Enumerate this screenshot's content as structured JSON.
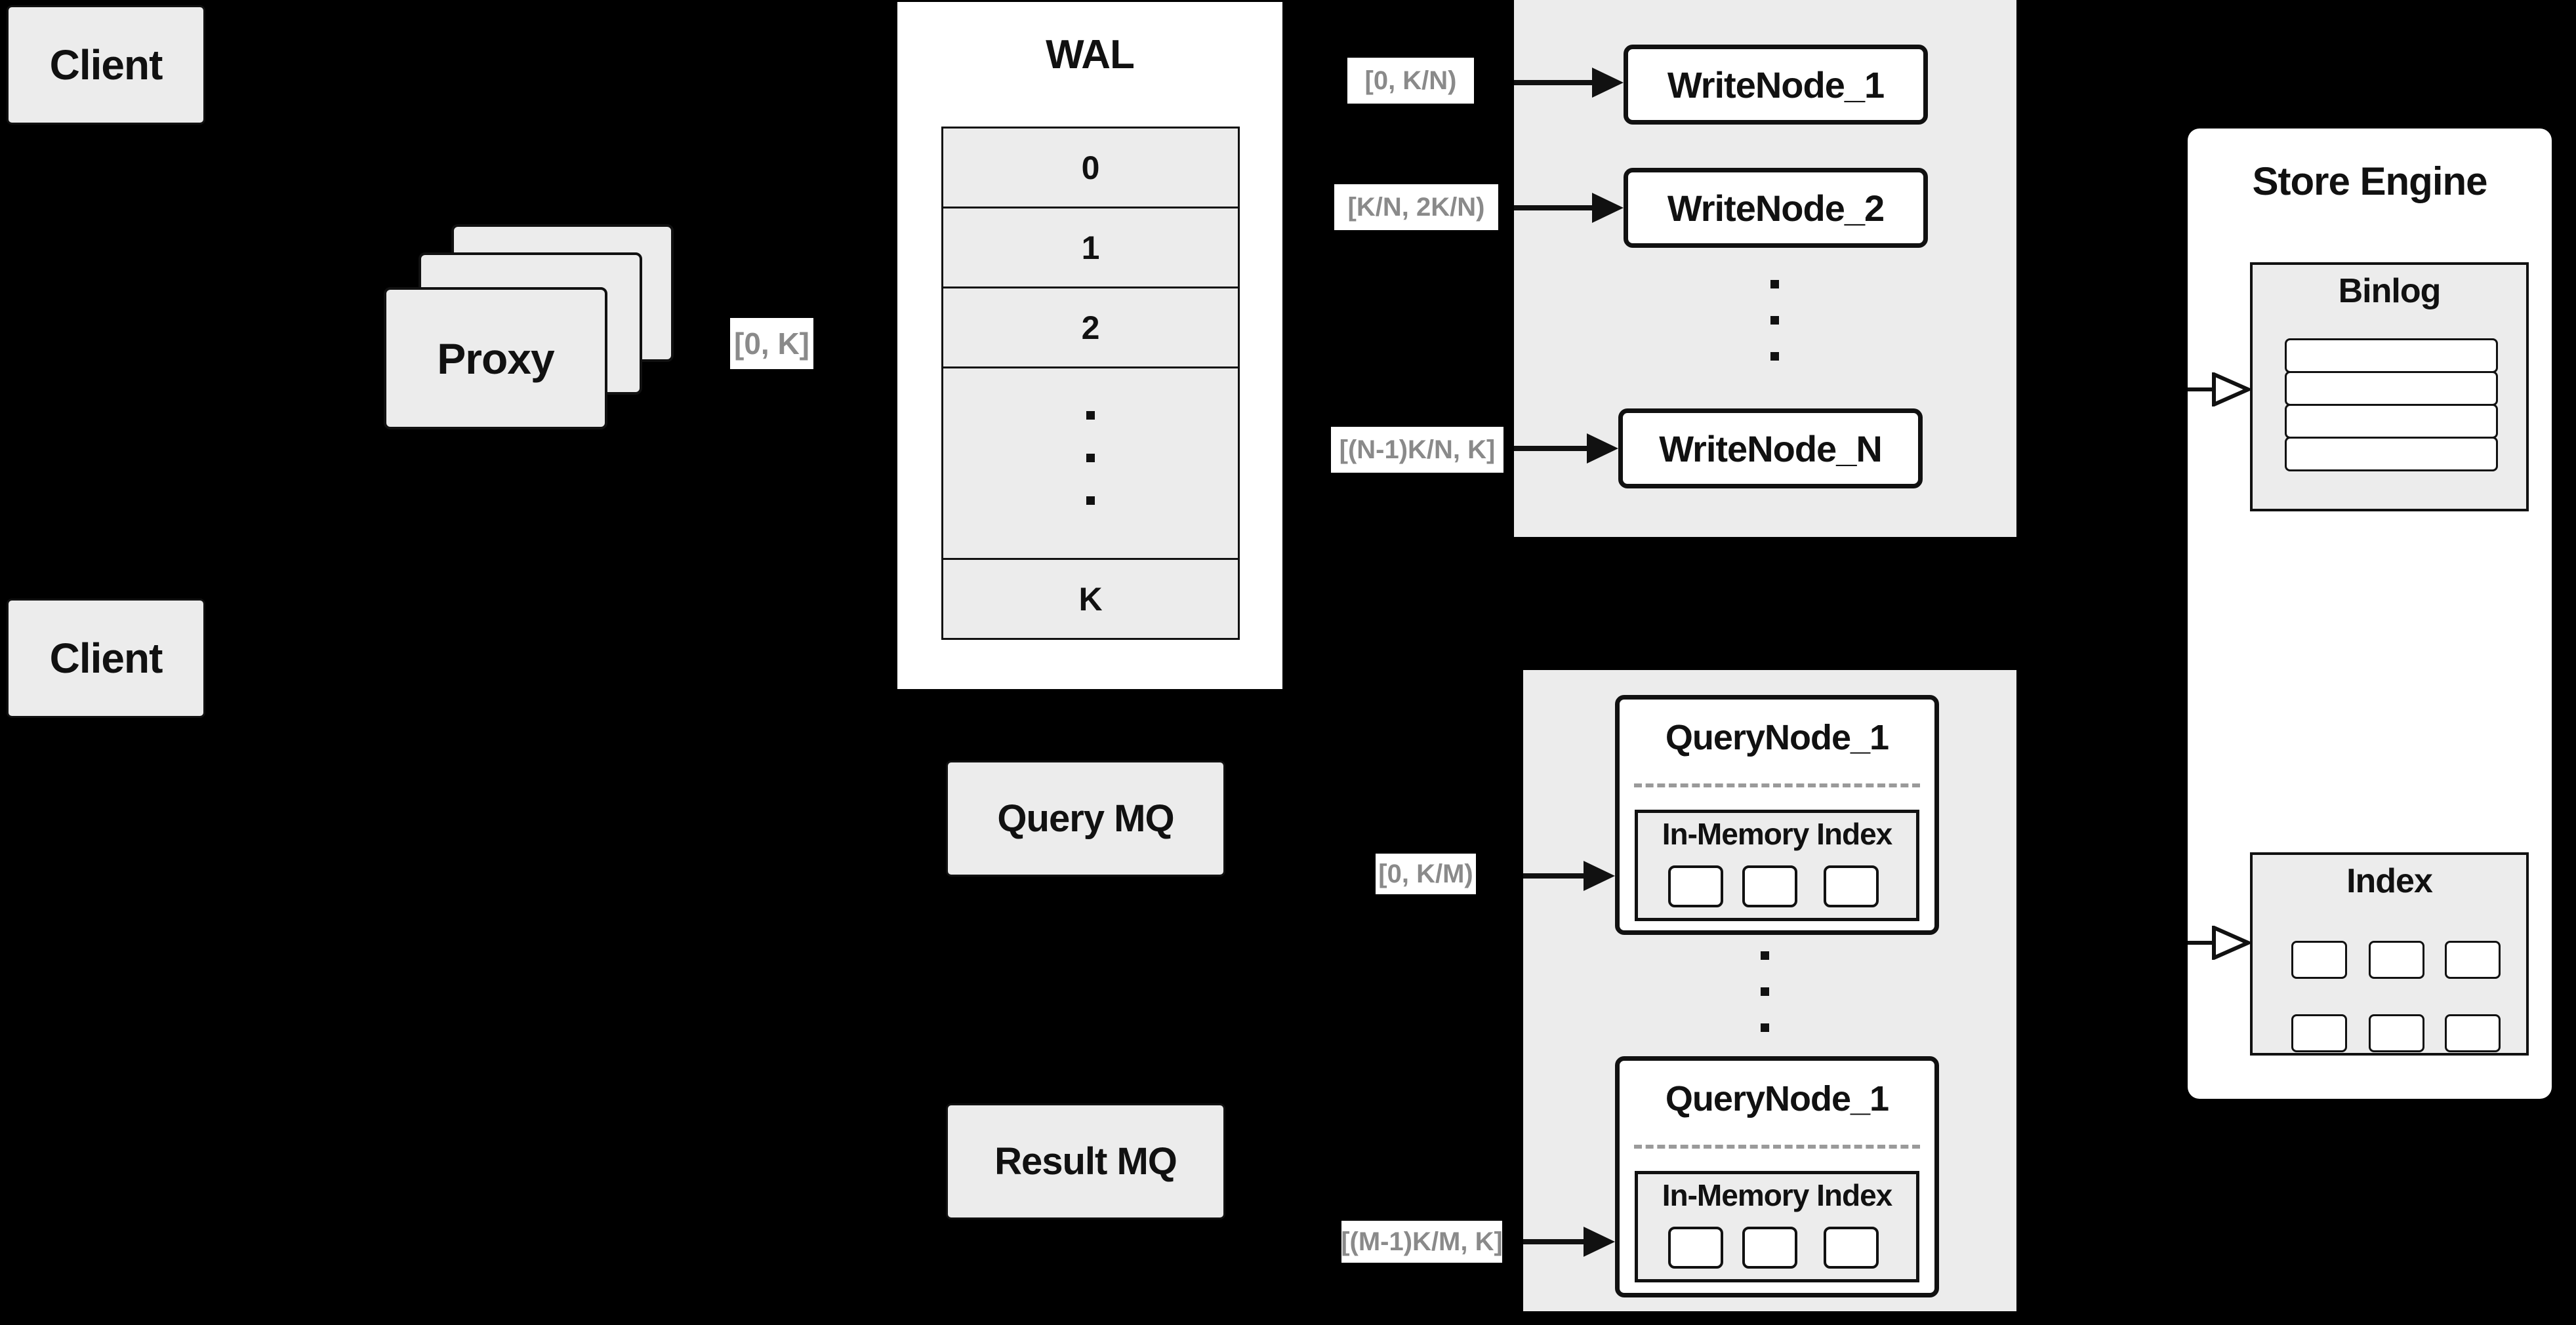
{
  "colors": {
    "background": "#000000",
    "panel_gray": "#ececec",
    "box_white": "#ffffff",
    "line_black": "#111111",
    "range_text_gray": "#8a8a8a"
  },
  "client_top": {
    "label": "Client"
  },
  "client_bottom": {
    "label": "Client"
  },
  "proxy": {
    "label": "Proxy",
    "range": "[0, K]"
  },
  "wal": {
    "title": "WAL",
    "segments": [
      "0",
      "1",
      "2"
    ],
    "last_segment": "K"
  },
  "write_group": {
    "ranges": [
      "[0, K/N)",
      "[K/N, 2K/N)",
      "[(N-1)K/N, K]"
    ],
    "nodes": [
      "WriteNode_1",
      "WriteNode_2",
      "WriteNode_N"
    ]
  },
  "mq": {
    "query_label": "Query MQ",
    "result_label": "Result MQ"
  },
  "query_group": {
    "ranges": [
      "[0, K/M)",
      "[(M-1)K/M, K]"
    ],
    "nodes": [
      {
        "title": "QueryNode_1",
        "inner_title": "In-Memory Index"
      },
      {
        "title": "QueryNode_1",
        "inner_title": "In-Memory Index"
      }
    ]
  },
  "store_engine": {
    "title": "Store Engine",
    "binlog": {
      "title": "Binlog"
    },
    "index": {
      "title": "Index"
    }
  }
}
